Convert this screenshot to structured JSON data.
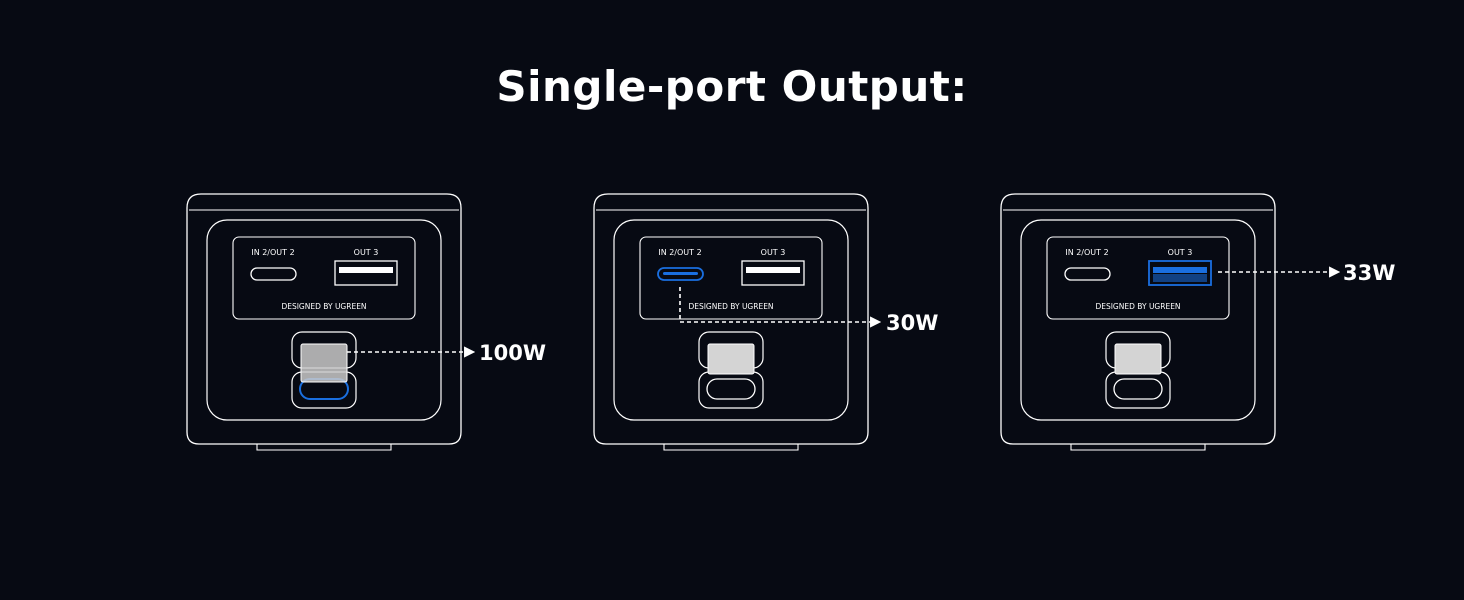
{
  "title": "Single-port Output:",
  "colors": {
    "background": "#070a13",
    "outline": "#ffffff",
    "accent": "#1a6fe0",
    "plug": "#c9c9c9"
  },
  "devices": [
    {
      "port_label_c": "IN 2/OUT 2",
      "port_label_a": "OUT 3",
      "brand": "DESIGNED BY UGREEN",
      "active_port": "front-c",
      "output": "100W"
    },
    {
      "port_label_c": "IN 2/OUT 2",
      "port_label_a": "OUT 3",
      "brand": "DESIGNED BY UGREEN",
      "active_port": "in2-out2",
      "output": "30W"
    },
    {
      "port_label_c": "IN 2/OUT 2",
      "port_label_a": "OUT 3",
      "brand": "DESIGNED BY UGREEN",
      "active_port": "out3",
      "output": "33W"
    }
  ]
}
